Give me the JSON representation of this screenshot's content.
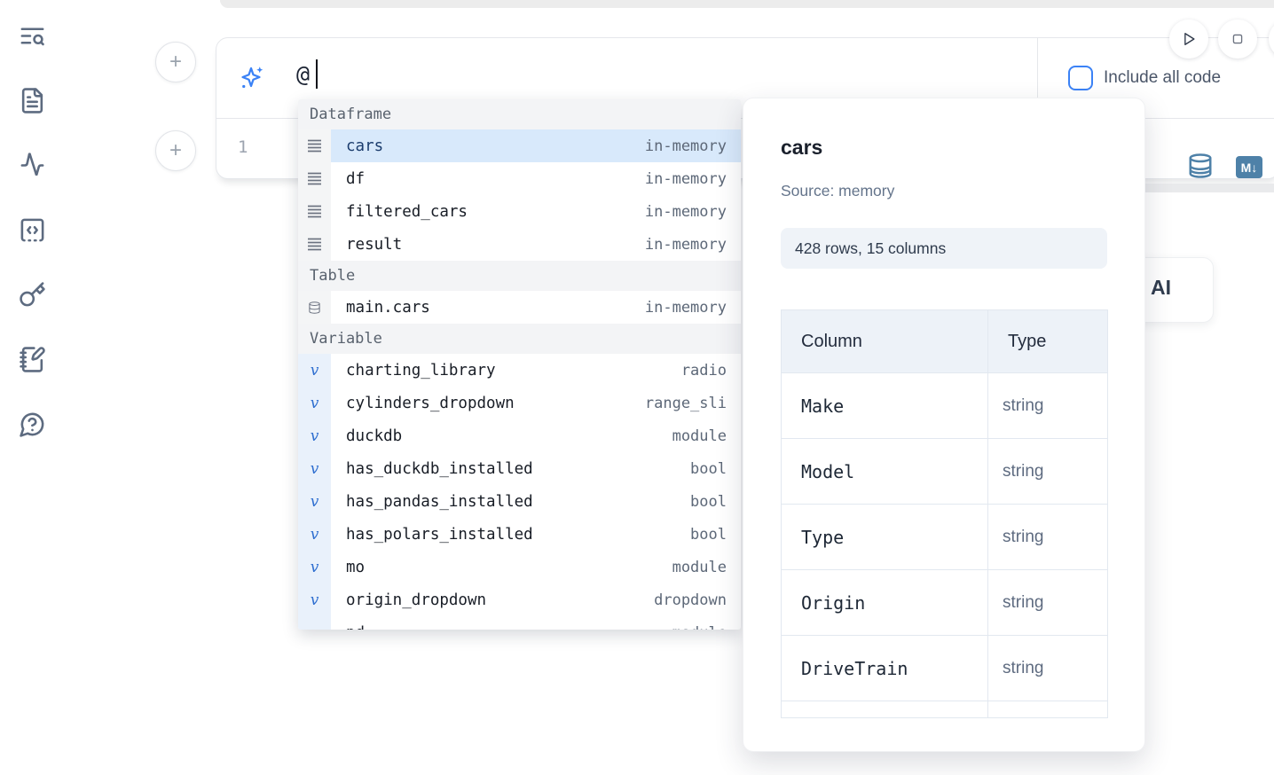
{
  "colors": {
    "accent_blue": "#3b82f6",
    "steel_blue": "#4e81a8",
    "selected_row_bg": "#d8e9fb",
    "section_header_bg": "#f3f4f6",
    "table_header_bg": "#edf2f8",
    "sidebar_icon": "#5d6b80"
  },
  "sidebar": {
    "icons": [
      "text-search-icon",
      "file-text-icon",
      "activity-icon",
      "code-square-dashed-icon",
      "key-icon",
      "notebook-pen-icon",
      "help-chat-icon"
    ]
  },
  "controls": {
    "add_button_label": "+",
    "play_icon": "play-icon",
    "stop_icon": "stop-icon"
  },
  "editor": {
    "prompt_value": "@",
    "line_number": "1",
    "sparkle_icon": "sparkles-ai-icon"
  },
  "toolbar": {
    "include_all_code_label": "Include all code",
    "database_icon": "database-icon",
    "markdown_badge": "M↓"
  },
  "ai_card": {
    "label": "AI"
  },
  "autocomplete": {
    "sections": [
      {
        "label": "Dataframe",
        "icon": "rows-icon",
        "items": [
          {
            "name": "cars",
            "type": "in-memory",
            "selected": true
          },
          {
            "name": "df",
            "type": "in-memory"
          },
          {
            "name": "filtered_cars",
            "type": "in-memory"
          },
          {
            "name": "result",
            "type": "in-memory"
          }
        ]
      },
      {
        "label": "Table",
        "icon": "database-icon",
        "items": [
          {
            "name": "main.cars",
            "type": "in-memory"
          }
        ]
      },
      {
        "label": "Variable",
        "icon": "variable-v-icon",
        "items": [
          {
            "name": "charting_library",
            "type": "radio"
          },
          {
            "name": "cylinders_dropdown",
            "type": "range_sli"
          },
          {
            "name": "duckdb",
            "type": "module"
          },
          {
            "name": "has_duckdb_installed",
            "type": "bool"
          },
          {
            "name": "has_pandas_installed",
            "type": "bool"
          },
          {
            "name": "has_polars_installed",
            "type": "bool"
          },
          {
            "name": "mo",
            "type": "module"
          },
          {
            "name": "origin_dropdown",
            "type": "dropdown"
          },
          {
            "name": "pd",
            "type": "module"
          }
        ]
      }
    ]
  },
  "preview": {
    "title": "cars",
    "source": "Source: memory",
    "shape": "428 rows, 15 columns",
    "table": {
      "headers": [
        "Column",
        "Type"
      ],
      "rows": [
        {
          "column": "Make",
          "type": "string"
        },
        {
          "column": "Model",
          "type": "string"
        },
        {
          "column": "Type",
          "type": "string"
        },
        {
          "column": "Origin",
          "type": "string"
        },
        {
          "column": "DriveTrain",
          "type": "string"
        }
      ]
    }
  }
}
